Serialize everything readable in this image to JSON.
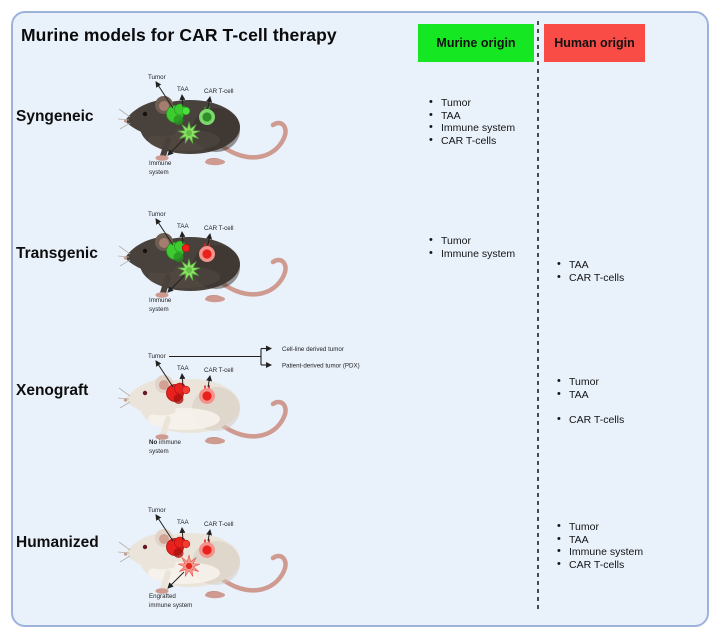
{
  "panel": {
    "title": "Murine models for CAR T-cell therapy",
    "background": "#e9f1fb",
    "border_color": "#9db3dc"
  },
  "legend": {
    "murine": {
      "label": "Murine origin",
      "color": "#16e723"
    },
    "human": {
      "label": "Human origin",
      "color": "#f94c46"
    }
  },
  "rows": [
    {
      "name": "Syngeneic",
      "mouse_variant": "dark",
      "part_labels": {
        "tumor": "Tumor",
        "taa": "TAA",
        "car": "CAR T-cell",
        "immune_lines": [
          "Immune",
          "system"
        ],
        "immune_bold_prefix": ""
      },
      "marks": {
        "tumor": "#3ecb2f",
        "tumor_dark": "#259422",
        "taa": "#47e23b",
        "taa_dark": "#2ca824",
        "car_outer": "#7cd96b",
        "car_inner": "#2f8f28",
        "immune": "#8fe26a",
        "immune_dark": "#56b23c",
        "immune_center": "#63c244",
        "has_immune": true
      },
      "murine_origin": [
        {
          "label": "Tumor"
        },
        {
          "label": "TAA"
        },
        {
          "label": "Immune system"
        },
        {
          "label": "CAR T-cells"
        }
      ],
      "human_origin": []
    },
    {
      "name": "Transgenic",
      "mouse_variant": "dark",
      "part_labels": {
        "tumor": "Tumor",
        "taa": "TAA",
        "car": "CAR T-cell",
        "immune_lines": [
          "Immune",
          "system"
        ],
        "immune_bold_prefix": ""
      },
      "marks": {
        "tumor": "#3ecb2f",
        "tumor_dark": "#259422",
        "taa": "#ee1f1b",
        "taa_dark": "#a91210",
        "car_outer": "#f4938c",
        "car_inner": "#e8211d",
        "immune": "#8fe26a",
        "immune_dark": "#56b23c",
        "immune_center": "#63c244",
        "has_immune": true
      },
      "murine_origin": [
        {
          "label": "Tumor"
        },
        {
          "label": "Immune system"
        }
      ],
      "human_origin": [
        {
          "label": "TAA"
        },
        {
          "label": "CAR T-cells"
        }
      ]
    },
    {
      "name": "Xenograft",
      "mouse_variant": "light",
      "part_labels": {
        "tumor": "Tumor",
        "taa": "TAA",
        "car": "CAR T-cell",
        "immune_lines": [
          "No immune",
          "system"
        ],
        "immune_bold_prefix": "No"
      },
      "tumor_bracket": [
        "Cell-line derived tumor",
        "Patient-derived tumor (PDX)"
      ],
      "marks": {
        "tumor": "#e8211d",
        "tumor_dark": "#a91210",
        "taa": "#f23d33",
        "taa_dark": "#c01510",
        "car_outer": "#f4938c",
        "car_inner": "#e8211d",
        "has_immune": false
      },
      "murine_origin": [],
      "human_origin": [
        {
          "label": "Tumor"
        },
        {
          "label": "TAA"
        },
        {
          "label": "CAR T-cells",
          "gap_before": true
        }
      ]
    },
    {
      "name": "Humanized",
      "mouse_variant": "light",
      "part_labels": {
        "tumor": "Tumor",
        "taa": "TAA",
        "car": "CAR T-cell",
        "immune_lines": [
          "Engrafted",
          "immune system"
        ],
        "immune_bold_prefix": ""
      },
      "marks": {
        "tumor": "#e8211d",
        "tumor_dark": "#a91210",
        "taa": "#f23d33",
        "taa_dark": "#c01510",
        "car_outer": "#f4938c",
        "car_inner": "#e8211d",
        "immune": "#f59b92",
        "immune_dark": "#e85a50",
        "immune_center": "#e02a22",
        "has_immune": true
      },
      "murine_origin": [],
      "human_origin": [
        {
          "label": "Tumor"
        },
        {
          "label": "TAA"
        },
        {
          "label": "Immune system"
        },
        {
          "label": "CAR T-cells"
        }
      ]
    }
  ]
}
